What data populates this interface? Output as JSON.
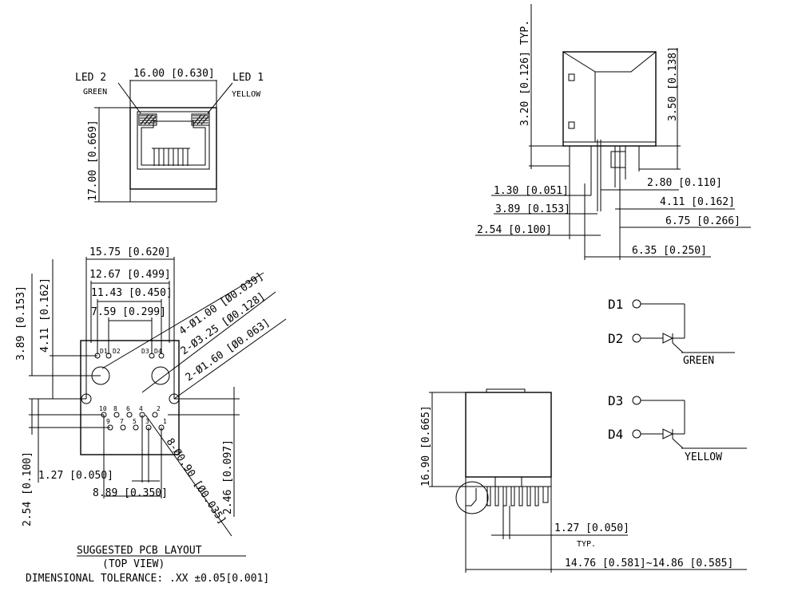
{
  "front": {
    "led2": "LED 2",
    "led2_color": "GREEN",
    "led1": "LED 1",
    "led1_color": "YELLOW",
    "width": "16.00 [0.630]",
    "height": "17.00 [0.669]"
  },
  "pcb": {
    "d1": "15.75 [0.620]",
    "d2": "12.67 [0.499]",
    "d3": "11.43 [0.450]",
    "d4": "7.59 [0.299]",
    "v1": "3.89 [0.153]",
    "v2": "4.11 [0.162]",
    "v3": "2.54 [0.100]",
    "h1": "1.27 [0.050]",
    "h2": "8.89 [0.350]",
    "v4": "2.46 [0.097]",
    "hole1": "4-Ø1.00 [Ø0.039]",
    "hole2": "2-Ø3.25 [Ø0.128]",
    "hole3": "2-Ø1.60 [Ø0.063]",
    "hole4": "8-Ø0.90 [Ø0.035]",
    "pin_d1": "D1",
    "pin_d2": "D2",
    "pin_d3": "D3",
    "pin_d4": "D4",
    "pins": [
      "10",
      "8",
      "6",
      "4",
      "2",
      "9",
      "7",
      "5",
      "3",
      "1"
    ],
    "title": "SUGGESTED PCB LAYOUT",
    "subtitle": "(TOP VIEW)",
    "tolerance": "DIMENSIONAL TOLERANCE: .XX ±0.05[0.001]"
  },
  "side": {
    "typ": "3.20 [0.126] TYP.",
    "h": "3.50 [0.138]",
    "a": "2.80 [0.110]",
    "b": "1.30 [0.051]",
    "c": "4.11 [0.162]",
    "d": "3.89 [0.153]",
    "e": "6.75 [0.266]",
    "f": "2.54 [0.100]",
    "g": "6.35 [0.250]"
  },
  "schematic": {
    "d1": "D1",
    "d2": "D2",
    "green": "GREEN",
    "d3": "D3",
    "d4": "D4",
    "yellow": "YELLOW"
  },
  "bottom": {
    "height": "16.90 [0.665]",
    "pitch": "1.27 [0.050]",
    "typ": "TYP.",
    "width": "14.76 [0.581]~14.86 [0.585]"
  }
}
